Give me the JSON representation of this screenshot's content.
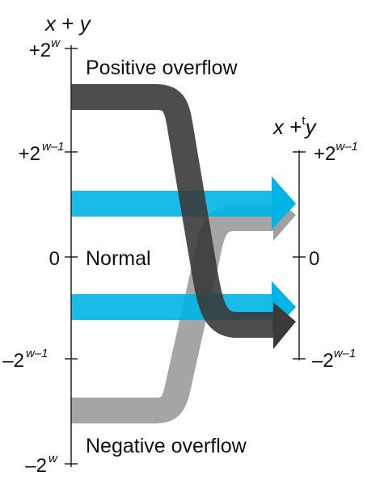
{
  "diagram": {
    "left_axis": {
      "title_x": "x",
      "title_op": " + ",
      "title_y": "y",
      "ticks": [
        {
          "base": "+2",
          "exp": "w"
        },
        {
          "base": "+2",
          "exp": "w–1"
        },
        {
          "base": "0",
          "exp": ""
        },
        {
          "base": "–2",
          "exp": "w–1"
        },
        {
          "base": "–2",
          "exp": "w"
        }
      ]
    },
    "right_axis": {
      "title_x": "x",
      "title_op": " +",
      "title_sup": "t",
      "title_y": "y",
      "ticks": [
        {
          "base": "+2",
          "exp": "w–1"
        },
        {
          "base": "0",
          "exp": ""
        },
        {
          "base": "–2",
          "exp": "w–1"
        }
      ]
    },
    "region_labels": {
      "positive": "Positive overflow",
      "normal": "Normal",
      "negative": "Negative overflow"
    },
    "colors": {
      "positive_band": "#3a3a3a",
      "normal_band": "#00b4e6",
      "negative_band": "#a0a0a0",
      "axis": "#222222"
    }
  }
}
